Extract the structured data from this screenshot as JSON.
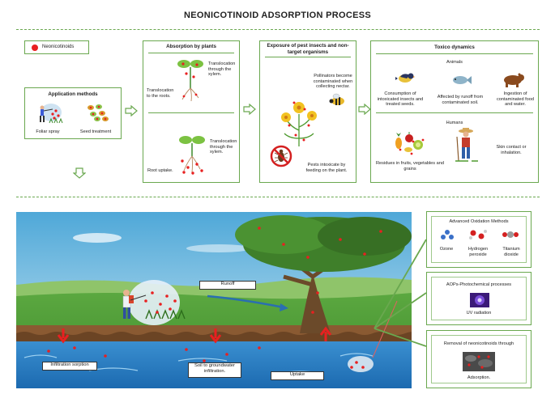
{
  "title": "NEONICOTINOID ADSORPTION PROCESS",
  "legend": {
    "label": "Neonicotinoids",
    "color": "#e82020"
  },
  "application": {
    "title": "Application methods",
    "foliar": "Foliar spray",
    "seed": "Seed treatment"
  },
  "absorption": {
    "title": "Absorption by plants",
    "transloc_roots": "Translocation to the roots.",
    "transloc_xylem_1": "Translocation through the xylem.",
    "root_uptake": "Root uptake.",
    "transloc_xylem_2": "Translocation through the xylem."
  },
  "exposure": {
    "title": "Exposure of pest insects and non-target organisms",
    "pollinators": "Pollinators become contaminated when collecting nectar.",
    "pests": "Pests intoxicate by feeding on the plant."
  },
  "toxico": {
    "title": "Toxico dynamics",
    "animals_title": "Animals",
    "consumption": "Consumption of intoxicated insects and treated seeds.",
    "runoff_soil": "Affected by runoff from contaminated soil.",
    "ingestion": "Ingestion of contaminated food and water.",
    "humans_title": "Humans",
    "residues": "Residues in fruits, vegetables and grains",
    "skin": "Skin contact or inhalation."
  },
  "scene": {
    "runoff": "Runoff",
    "infiltration": "Infiltration sorption",
    "soil_groundwater": "Soil to groundwater infiltration.",
    "uptake": "Uptake"
  },
  "aom": {
    "title": "Advanced Oxidation Methods",
    "ozone": "Ozone",
    "h2o2": "Hydrogen peroxide",
    "tio2": "Titanium dioxide"
  },
  "aop": {
    "title": "AOPs-Photochemical processes",
    "uv": "UV radiation"
  },
  "removal": {
    "title": "Removal of neonicotinoids through",
    "adsorption": "Adsorption."
  },
  "colors": {
    "accent": "#6aa84f",
    "contaminant": "#e82020",
    "water": "#3a8fd0"
  }
}
